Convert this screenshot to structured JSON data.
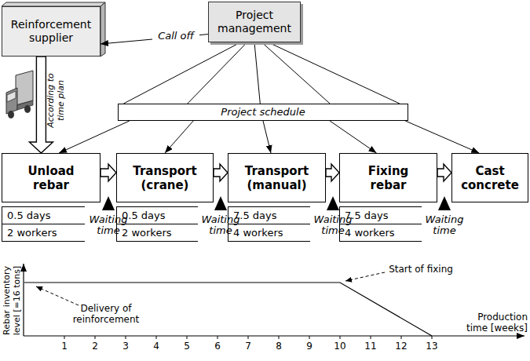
{
  "diagram": {
    "nodes": [
      {
        "text": [
          "Reinforcement supplier"
        ]
      },
      {
        "text": [
          "Project management"
        ]
      },
      {
        "text": [
          "Project schedule"
        ]
      },
      {
        "text": [
          "Unload rebar",
          "0.5 days",
          "2 workers"
        ]
      },
      {
        "text": [
          "Transport (crane)",
          "0.5 days",
          "2 workers"
        ]
      },
      {
        "text": [
          "Transport (manual)",
          "7.5 days",
          "4 workers"
        ]
      },
      {
        "text": [
          "Fixing rebar",
          "7.5 days",
          "4 workers"
        ]
      },
      {
        "text": [
          "Cast concrete"
        ]
      }
    ],
    "edges": [
      {
        "from": 1,
        "to": 0,
        "label": "Call off",
        "arrow": "to"
      },
      {
        "from": 1,
        "to": 2,
        "arrow": "none"
      },
      {
        "from": 1,
        "to": 2,
        "arrow": "none"
      },
      {
        "from": 1,
        "to": 2,
        "arrow": "none"
      },
      {
        "from": 1,
        "to": 2,
        "arrow": "none"
      },
      {
        "from": 1,
        "to": 2,
        "arrow": "none"
      },
      {
        "from": 2,
        "to": 3,
        "arrow": "to"
      },
      {
        "from": 2,
        "to": 4,
        "arrow": "to"
      },
      {
        "from": 2,
        "to": 5,
        "arrow": "to"
      },
      {
        "from": 2,
        "to": 6,
        "arrow": "to"
      },
      {
        "from": 2,
        "to": 7,
        "arrow": "to"
      },
      {
        "from": 0,
        "to": 3,
        "label": "According to time plan",
        "arrow": "to"
      },
      {
        "from": 3,
        "to": 4,
        "arrow": "to"
      },
      {
        "from": 4,
        "to": 5,
        "arrow": "to"
      },
      {
        "from": 5,
        "to": 6,
        "arrow": "to"
      },
      {
        "from": 6,
        "to": 7,
        "arrow": "to"
      }
    ],
    "labels": [
      "Waiting time",
      "Waiting time",
      "Waiting time",
      "Waiting time",
      "Rebar inventory level [=16 tons]",
      "Start of fixing",
      "Delivery of reinforcement",
      "Production time [weeks]",
      "1",
      "2",
      "3",
      "4",
      "5",
      "6",
      "7",
      "8",
      "9",
      "10",
      "11",
      "12",
      "13"
    ]
  }
}
